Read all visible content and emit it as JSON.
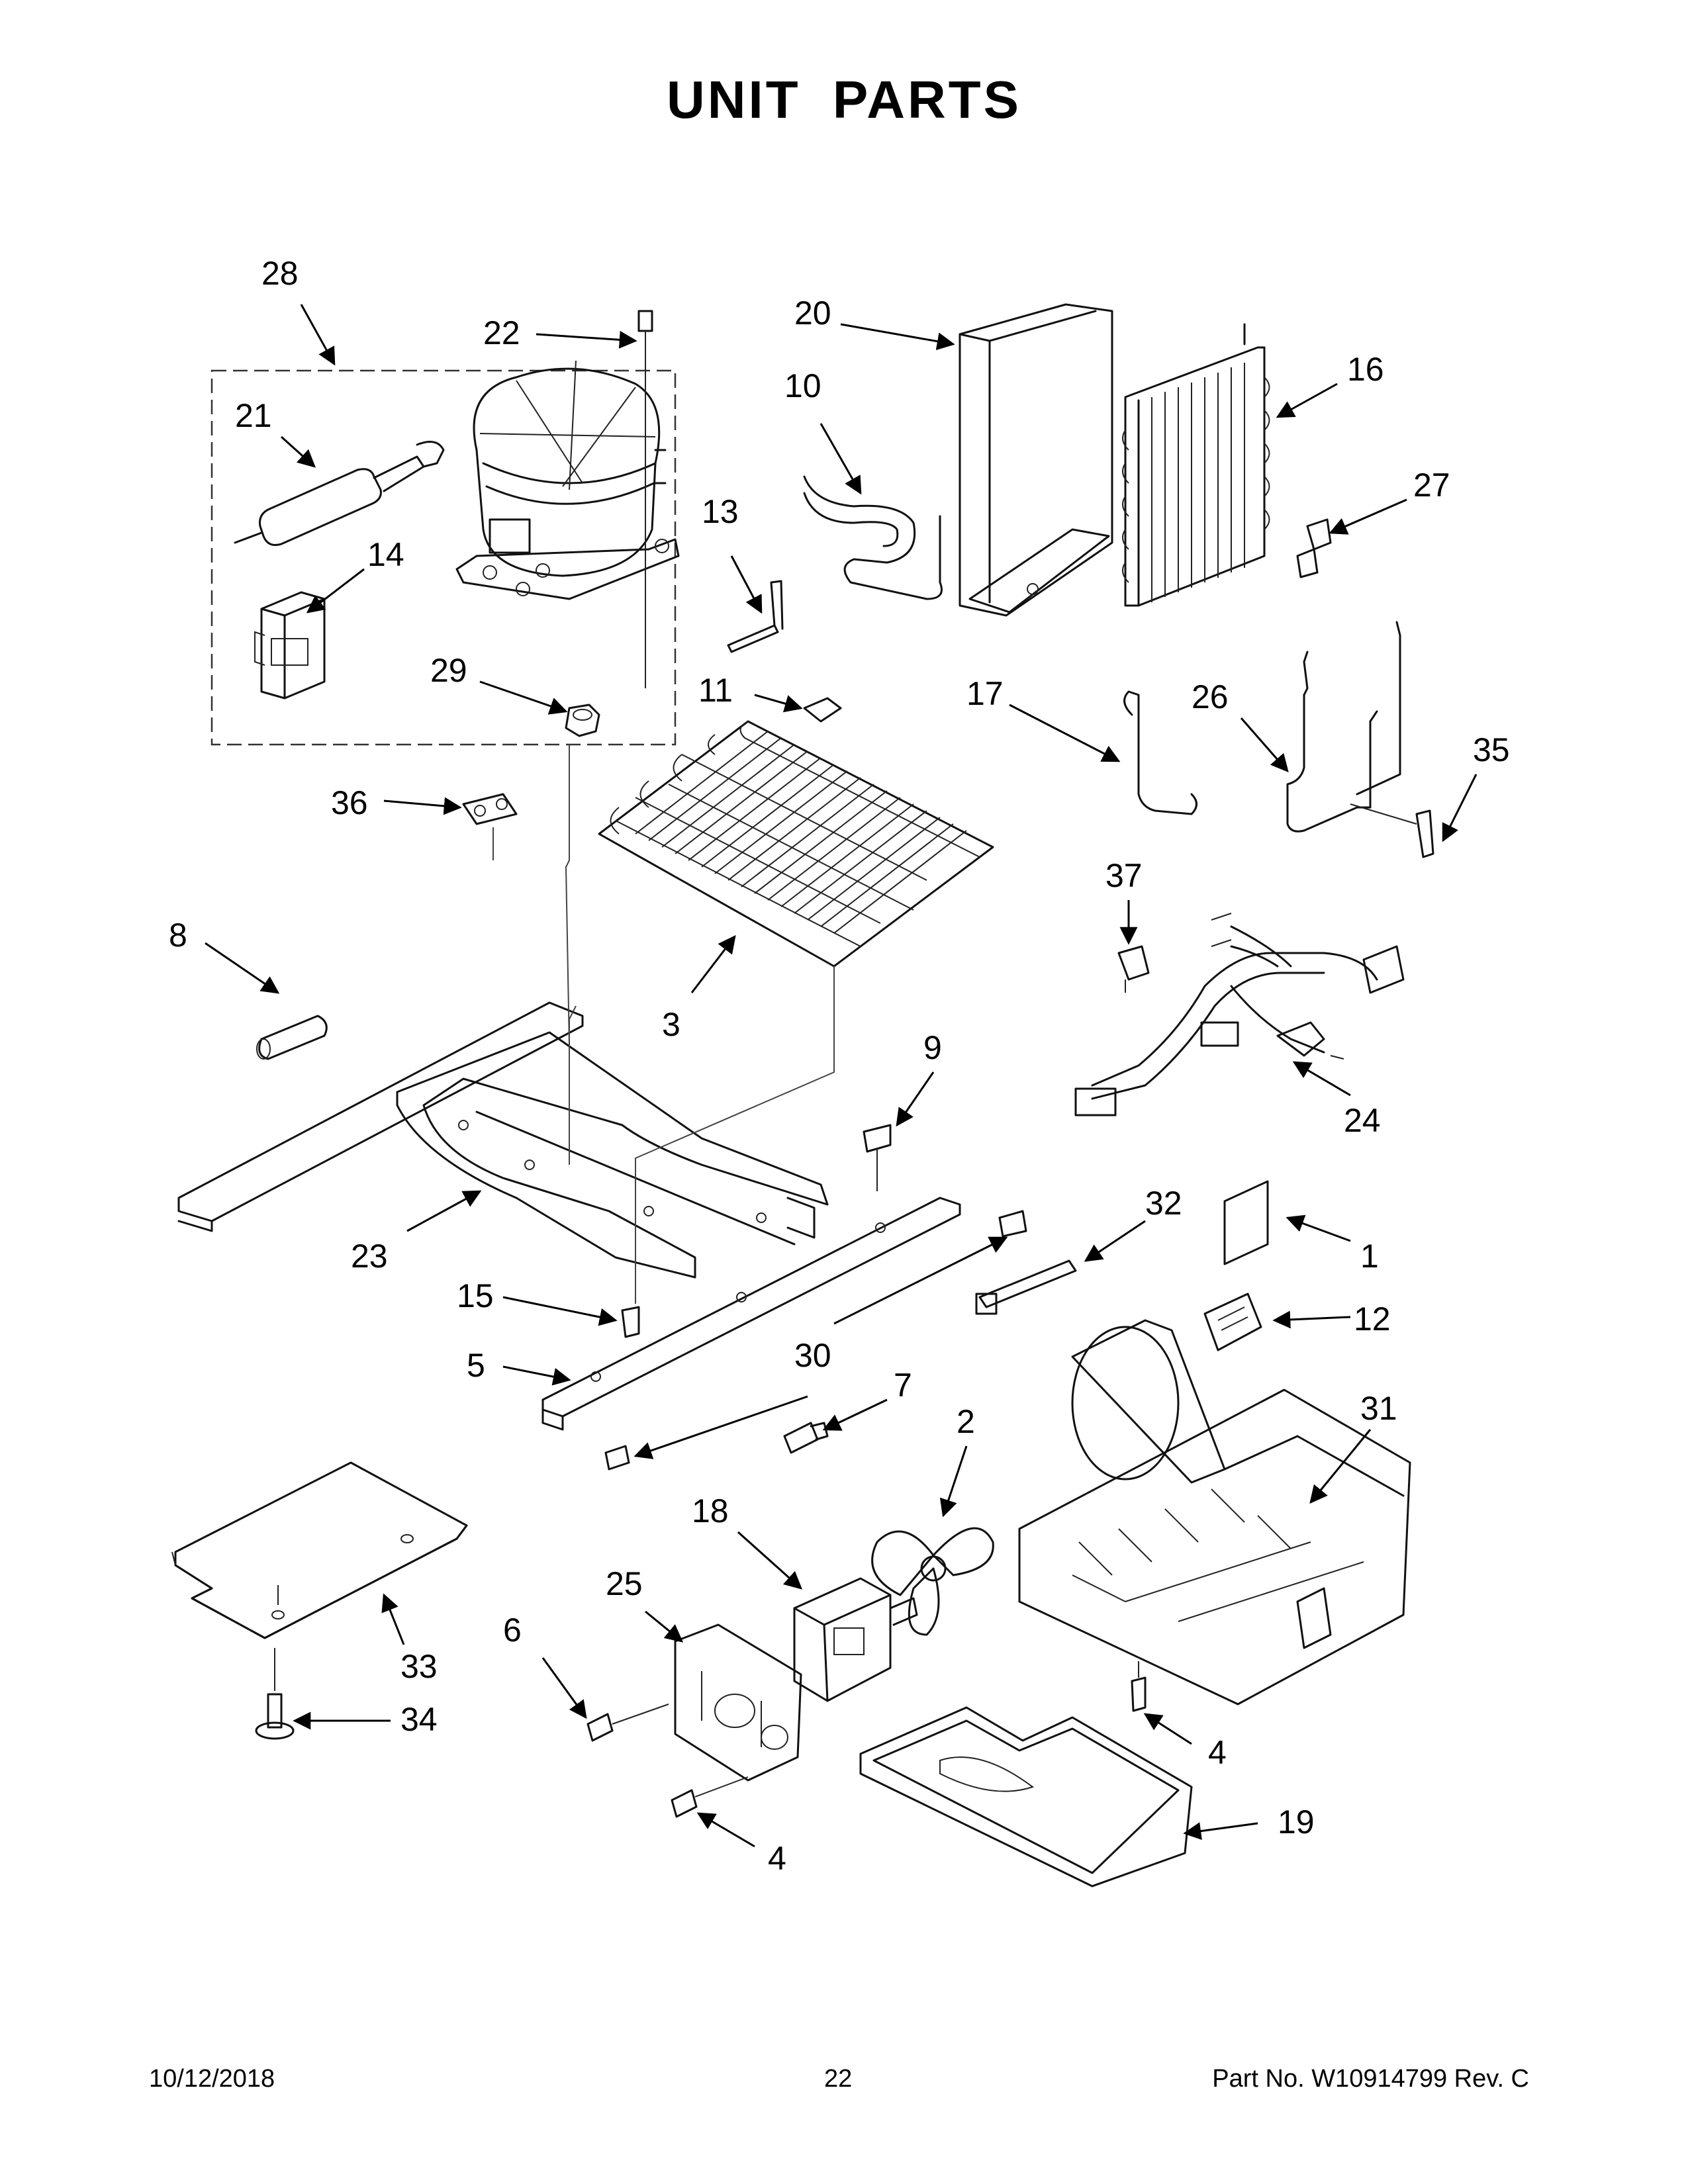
{
  "title": "UNIT  PARTS",
  "footer": {
    "date": "10/12/2018",
    "page_number": "22",
    "part_number": "Part No.  W10914799  Rev.  C"
  },
  "callouts": [
    "28",
    "22",
    "21",
    "14",
    "29",
    "36",
    "20",
    "10",
    "13",
    "16",
    "27",
    "11",
    "17",
    "26",
    "35",
    "37",
    "24",
    "8",
    "3",
    "9",
    "23",
    "32",
    "1",
    "15",
    "12",
    "30",
    "5",
    "7",
    "31",
    "2",
    "18",
    "25",
    "6",
    "33",
    "34",
    "4",
    "19",
    "4"
  ]
}
